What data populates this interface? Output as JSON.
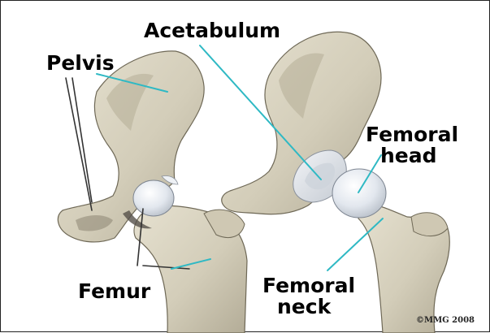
{
  "labels": {
    "acetabulum": "Acetabulum",
    "pelvis": "Pelvis",
    "femoral_head_line1": "Femoral",
    "femoral_head_line2": "head",
    "femur": "Femur",
    "femoral_neck_line1": "Femoral",
    "femoral_neck_line2": "neck"
  },
  "copyright": "©MMG 2008",
  "colors": {
    "bone": "#d9d4c2",
    "bone_shadow": "#a8a18c",
    "bone_outline": "#6e6856",
    "cartilage": "#e4e8ee",
    "leader_line": "#2fb9c4",
    "leader_line_dark": "#3a3a3a"
  }
}
